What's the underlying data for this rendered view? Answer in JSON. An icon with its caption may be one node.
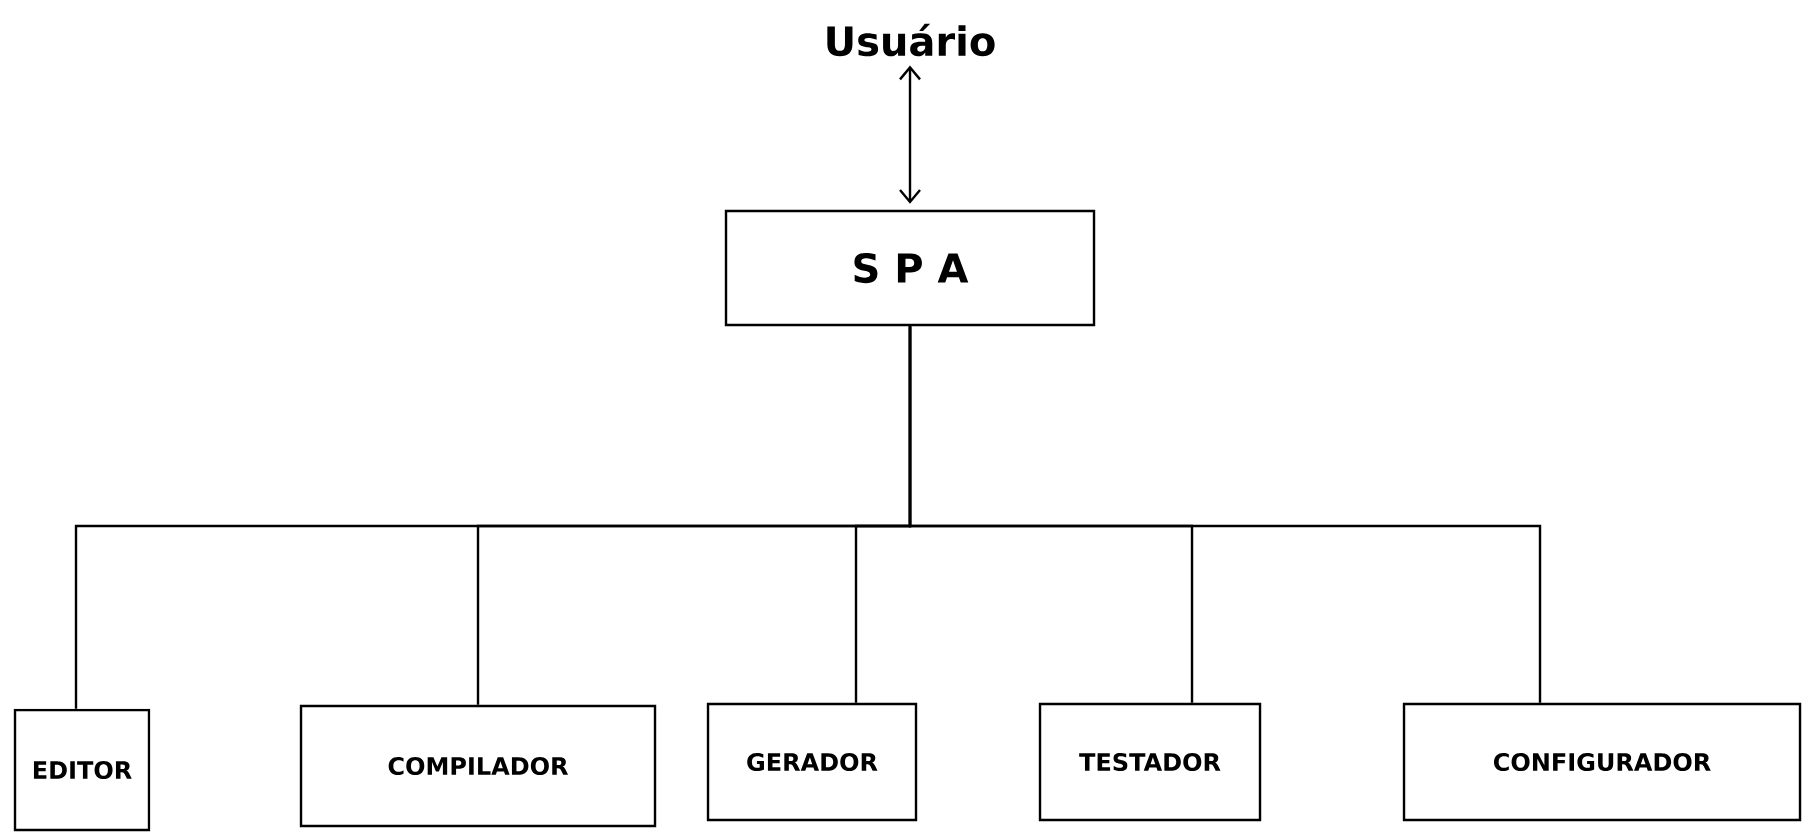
{
  "diagram": {
    "nodes": [
      {
        "text": [
          "Usuário"
        ]
      },
      {
        "text": [
          "S P A"
        ]
      },
      {
        "text": [
          "EDITOR"
        ]
      },
      {
        "text": [
          "COMPILADOR"
        ]
      },
      {
        "text": [
          "GERADOR"
        ]
      },
      {
        "text": [
          "TESTADOR"
        ]
      },
      {
        "text": [
          "CONFIGURADOR"
        ]
      }
    ],
    "edges": [
      {
        "from": 0,
        "to": 1,
        "arrow": "both"
      },
      {
        "from": 1,
        "to": 2,
        "arrow": "none"
      },
      {
        "from": 1,
        "to": 3,
        "arrow": "none"
      },
      {
        "from": 1,
        "to": 4,
        "arrow": "none"
      },
      {
        "from": 1,
        "to": 5,
        "arrow": "none"
      },
      {
        "from": 1,
        "to": 6,
        "arrow": "none"
      }
    ]
  }
}
